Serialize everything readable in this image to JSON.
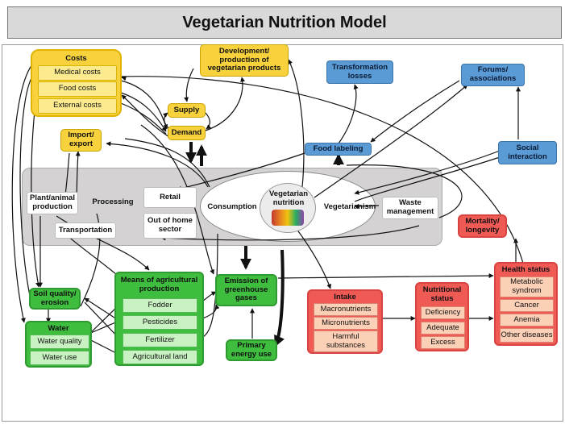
{
  "title": "Vegetarian Nutrition Model",
  "costs": {
    "header": "Costs",
    "items": [
      "Medical  costs",
      "Food costs",
      "External costs"
    ]
  },
  "development": "Development/ production of vegetarian products",
  "supply": "Supply",
  "demand": "Demand",
  "import_export": "Import/ export",
  "transformation_losses": "Transformation losses",
  "forums": "Forums/ associations",
  "food_labeling": "Food labeling",
  "social_interaction": "Social interaction",
  "chain": {
    "plant_animal": "Plant/animal production",
    "processing": "Processing",
    "transportation": "Transportation",
    "retail": "Retail",
    "out_of_home": "Out of home sector",
    "consumption": "Consumption",
    "vegetarian_nutrition": "Vegetarian nutrition",
    "vegetarianism": "Vegetarianism",
    "waste_management": "Waste management"
  },
  "mortality": "Mortality/ longevity",
  "soil_quality": "Soil quality/ erosion",
  "water": {
    "header": "Water",
    "items": [
      "Water quality",
      "Water use"
    ]
  },
  "means": {
    "header": "Means of agricultural production",
    "items": [
      "Fodder",
      "Pesticides",
      "Fertilizer",
      "Agricultural land"
    ]
  },
  "emission": "Emission of greenhouse gases",
  "primary_energy": "Primary energy use",
  "intake": {
    "header": "Intake",
    "items": [
      "Macronutrients",
      "Micronutrients",
      "Harmful substances"
    ]
  },
  "nutritional_status": {
    "header": "Nutritional status",
    "items": [
      "Deficiency",
      "Adequate",
      "Excess"
    ]
  },
  "health_status": {
    "header": "Health status",
    "items": [
      "Metabolic syndrom",
      "Cancer",
      "Anemia",
      "Other diseases"
    ]
  },
  "colors": {
    "yellow": "#f7d23c",
    "blue": "#5b9bd5",
    "green": "#3ebd3e",
    "red": "#f05a55",
    "gray_band": "#d4d2d2"
  }
}
